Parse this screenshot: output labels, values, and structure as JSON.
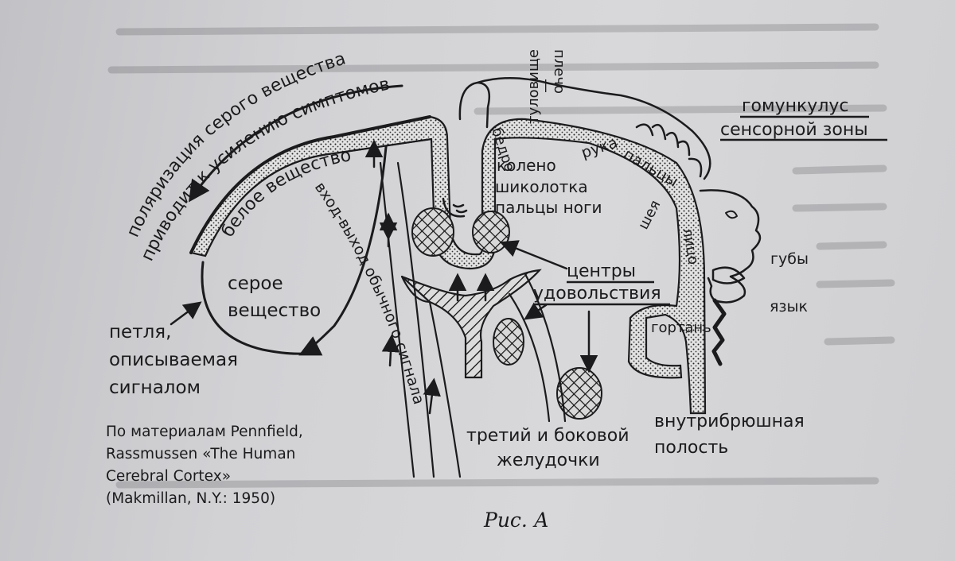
{
  "labels": {
    "polarization_line1": "поляризация серого вещества",
    "polarization_line2": "приводит к усилению симптомов",
    "white_matter": "белое вещество",
    "gray_matter_line1": "серое",
    "gray_matter_line2": "вещество",
    "signal_input_output": "вход-выход обычного сигнала",
    "loop_line1": "петля,",
    "loop_line2": "описываемая",
    "loop_line3": "сигналом",
    "torso": "туловище",
    "shoulder": "плечо",
    "hip": "бедро",
    "knee": "колено",
    "ankle": "шиколотка",
    "toes": "пальцы ноги",
    "arm": "рука",
    "fingers": "пальцы",
    "neck": "шея",
    "face": "лицо",
    "homunculus_line1": "гомункулус",
    "homunculus_line2": "сенсорной зоны",
    "lips": "губы",
    "tongue": "язык",
    "larynx": "гортань",
    "pleasure_centers_line1": "центры",
    "pleasure_centers_line2": "удовольствия",
    "ventricles_line1": "третий и боковой",
    "ventricles_line2": "желудочки",
    "abdominal_line1": "внутрибрюшная",
    "abdominal_line2": "полость"
  },
  "source": {
    "line1": "По материалам Pennfield,",
    "line2": "Rassmussen «The Human",
    "line3": "Cerebral Cortex»",
    "line4": "(Makmillan, N.Y.: 1950)"
  },
  "caption": "Рис. А",
  "colors": {
    "ink": "#1b1b1d",
    "paper": "#d2d2d5"
  }
}
